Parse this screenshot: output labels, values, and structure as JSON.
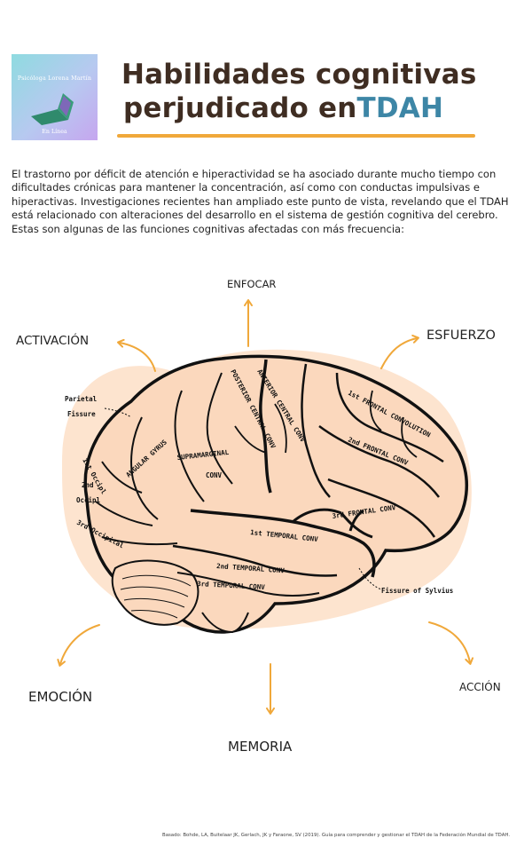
{
  "logo": {
    "name": "Psicóloga Lorena Martín",
    "subtitle": "En Línea"
  },
  "title": {
    "line1": "Habilidades cognitivas",
    "line2_main": "perjudicado en",
    "line2_accent": "TDAH"
  },
  "intro": "El trastorno por déficit de atención e hiperactividad se ha asociado durante mucho tiempo con dificultades crónicas para mantener la concentración, así como con conductas impulsivas e hiperactivas. Investigaciones recientes han ampliado este punto de vista, revelando que el TDAH está relacionado con alteraciones del desarrollo en el sistema de gestión cognitiva del cerebro. Estas son algunas de las funciones cognitivas afectadas con más frecuencia:",
  "functions": {
    "enfocar": "ENFOCAR",
    "activacion": "ACTIVACIÓN",
    "esfuerzo": "ESFUERZO",
    "emocion": "EMOCIÓN",
    "accion": "ACCIÓN",
    "memoria": "MEMORIA"
  },
  "brain_labels": {
    "parietal_fissure_1": "Parietal",
    "parietal_fissure_2": "Fissure",
    "angular_gyrus": "ANGULAR GYRUS",
    "posterior_central": "POSTERIOR CENTRAL CONV",
    "anterior_central": "ANTERIOR CENTRAL CONV",
    "frontal_1": "1st FRONTAL CONVOLUTION",
    "frontal_2": "2nd FRONTAL CONV",
    "frontal_3": "3rd FRONTAL CONV",
    "supramarginal_1": "SUPRAMARGINAL",
    "supramarginal_2": "CONV",
    "occipital_1": "1st Occipl",
    "occipital_2a": "2nd",
    "occipital_2b": "Occipl",
    "occipital_3": "3rd Occipital",
    "temporal_1": "1st TEMPORAL CONV",
    "temporal_2": "2nd TEMPORAL CONV",
    "temporal_3": "3rd TEMPORAL CONV",
    "sylvius": "Fissure of Sylvius"
  },
  "footnote": "Basado: Bohde, LA, Buitelaar JK, Gerlach, JK y Faraone, SV (2019). Guía para comprender y gestionar el TDAH de la Federación Mundial de TDAH.",
  "colors": {
    "title": "#3f2d22",
    "accent": "#3d86a6",
    "orange": "#f0a83a",
    "brain_fill": "#fbd8bd",
    "blob": "#fde4cf"
  }
}
